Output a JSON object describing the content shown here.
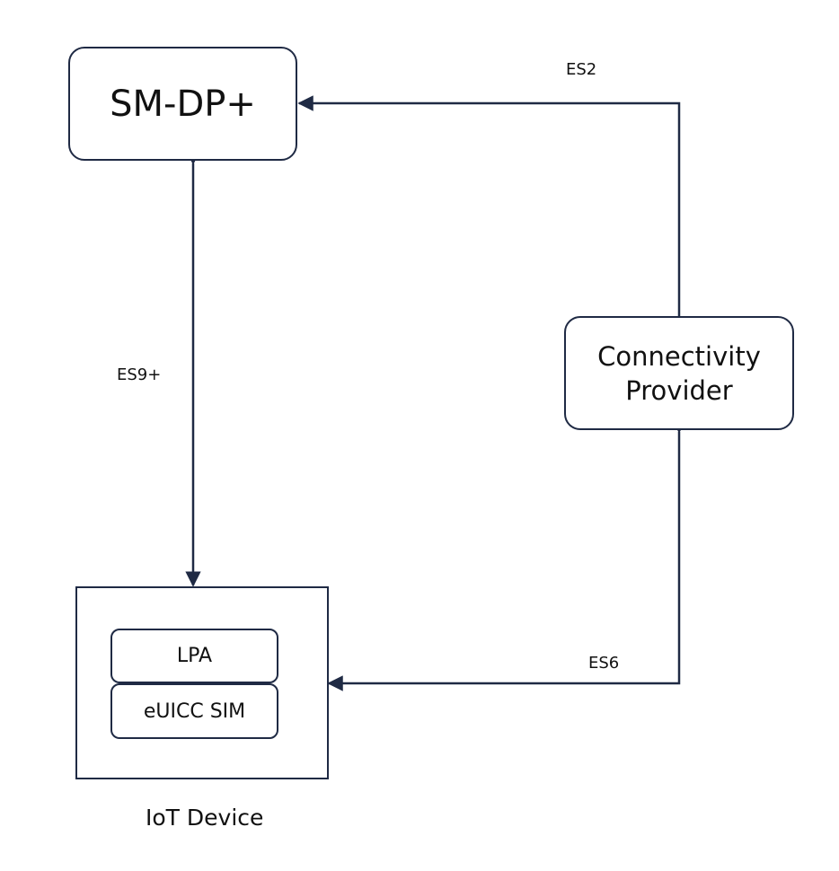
{
  "nodes": {
    "smdp": "SM-DP+",
    "connectivity_line1": "Connectivity",
    "connectivity_line2": "Provider",
    "lpa": "LPA",
    "euicc": "eUICC SIM",
    "iot_device": "IoT Device"
  },
  "edges": {
    "es2": "ES2",
    "es9": "ES9+",
    "es6": "ES6"
  },
  "colors": {
    "line": "#1f2a44"
  }
}
